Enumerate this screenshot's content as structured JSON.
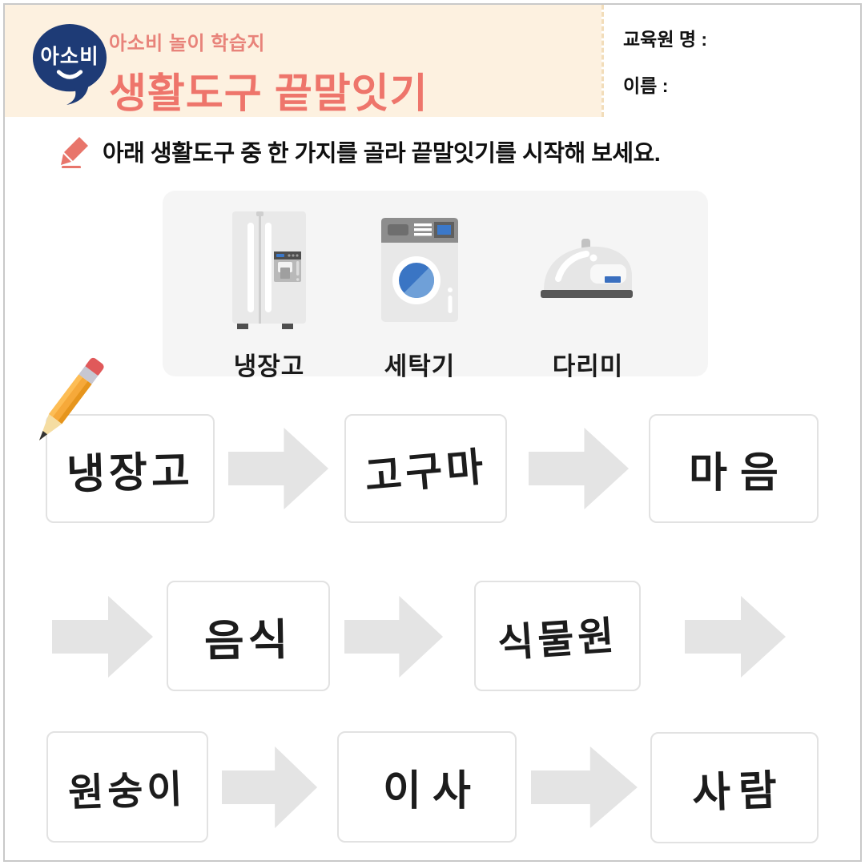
{
  "header": {
    "logo_text": "아소비",
    "subtitle": "아소비 놀이 학습지",
    "title": "생활도구 끝말잇기",
    "name_box": {
      "org_label": "교육원 명 :",
      "name_label": "이름 :"
    }
  },
  "instruction": {
    "text": "아래 생활도구 중 한 가지를 골라 끝말잇기를 시작해 보세요."
  },
  "tools": {
    "items": [
      {
        "icon": "refrigerator-icon",
        "label": "냉장고"
      },
      {
        "icon": "washing-machine-icon",
        "label": "세탁기"
      },
      {
        "icon": "iron-icon",
        "label": "다리미"
      }
    ]
  },
  "word_chain": {
    "rows": [
      {
        "cells": [
          {
            "type": "box",
            "word": "냉장고"
          },
          {
            "type": "arrow"
          },
          {
            "type": "box",
            "word": "고구마"
          },
          {
            "type": "arrow"
          },
          {
            "type": "box",
            "word": "마음"
          }
        ]
      },
      {
        "cells": [
          {
            "type": "arrow"
          },
          {
            "type": "box",
            "word": "음식"
          },
          {
            "type": "arrow"
          },
          {
            "type": "box",
            "word": "식물원"
          },
          {
            "type": "arrow"
          }
        ]
      },
      {
        "cells": [
          {
            "type": "box",
            "word": "원숭이"
          },
          {
            "type": "arrow"
          },
          {
            "type": "box",
            "word": "이사"
          },
          {
            "type": "arrow"
          },
          {
            "type": "box",
            "word": "사람"
          }
        ]
      }
    ]
  },
  "colors": {
    "header_bg": "#fdf1e0",
    "accent_coral": "#ee756b",
    "logo_navy": "#1e3b76",
    "panel_gray": "#f5f5f5",
    "arrow_gray": "#e4e4e4",
    "box_border": "#e2e2e2",
    "ink": "#1c1c1c",
    "icon_blue": "#3b78c9",
    "frame_border": "#c9c9c9",
    "dashed_divider": "#f2ddba"
  }
}
